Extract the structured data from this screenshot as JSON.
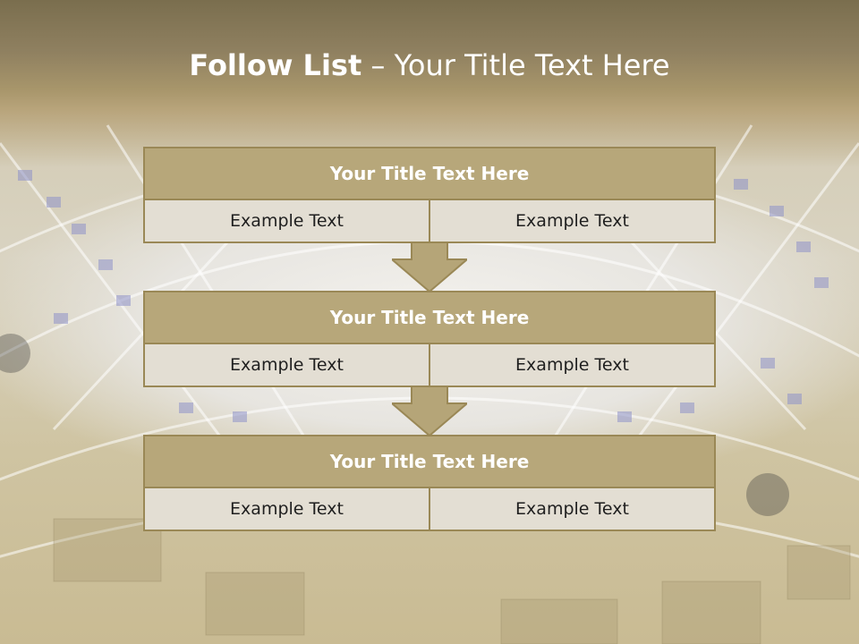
{
  "slide": {
    "title_bold": "Follow List",
    "title_rest": " – Your Title Text Here"
  },
  "steps": [
    {
      "title": "Your Title Text Here",
      "left": "Example Text",
      "right": "Example Text"
    },
    {
      "title": "Your Title Text Here",
      "left": "Example Text",
      "right": "Example Text"
    },
    {
      "title": "Your Title Text Here",
      "left": "Example Text",
      "right": "Example Text"
    }
  ],
  "colors": {
    "header_band": "#8f8060",
    "block_head": "#b7a77a",
    "block_border": "#9a8856",
    "cell_bg": "#e3ded3",
    "arrow_fill": "#b5a578"
  }
}
